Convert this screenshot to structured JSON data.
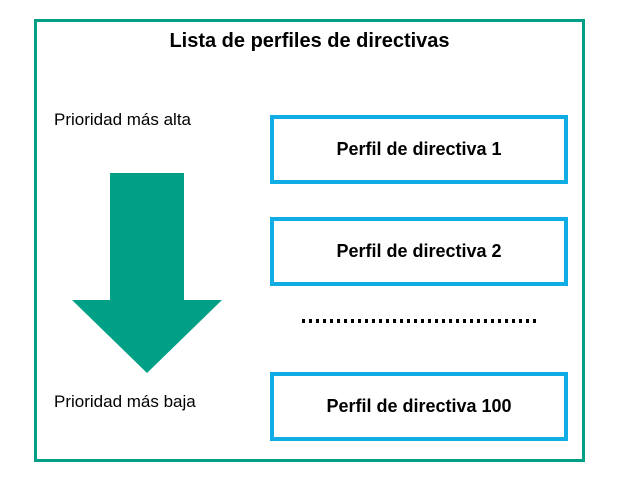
{
  "diagram": {
    "title": "Lista de perfiles de directivas",
    "colors": {
      "frame_border": "#00a086",
      "arrow_fill": "#00a086",
      "box_border": "#10ade4",
      "text": "#000000",
      "background": "#ffffff"
    },
    "priority": {
      "high_label": "Prioridad más alta",
      "low_label": "Prioridad más baja"
    },
    "arrow": {
      "icon": "down-arrow-icon",
      "direction": "down",
      "meaning": "decreasing priority"
    },
    "profiles": [
      {
        "label": "Perfil de directiva 1"
      },
      {
        "label": "Perfil de directiva 2"
      },
      {
        "label": "Perfil de directiva 100"
      }
    ],
    "continuation": {
      "icon": "dotted-line-icon",
      "label": "..........................................."
    }
  }
}
